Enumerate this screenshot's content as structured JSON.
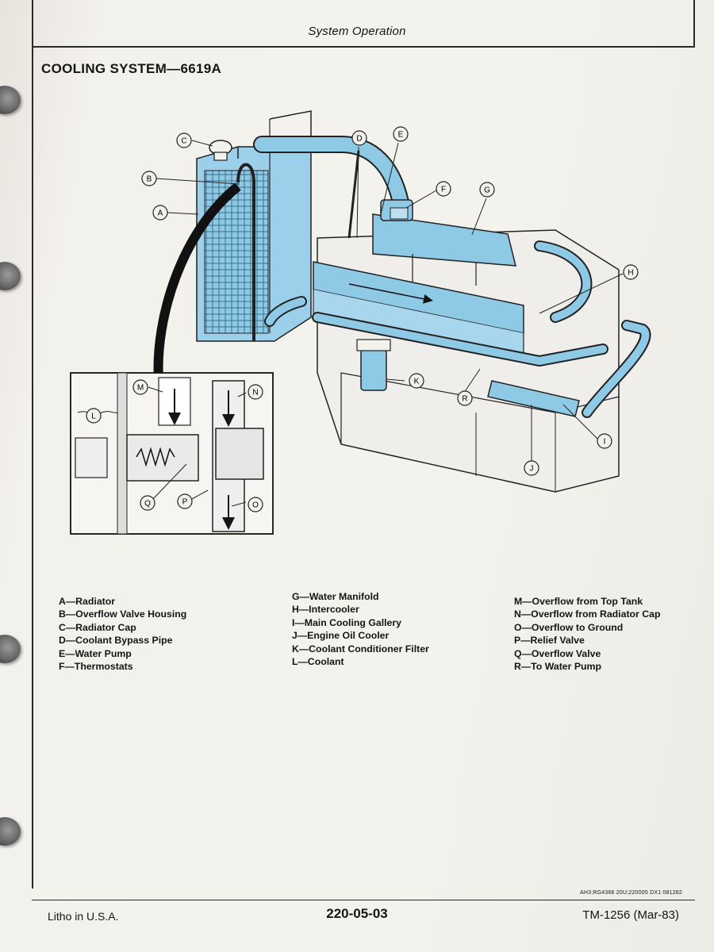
{
  "header": {
    "title": "System Operation"
  },
  "section": {
    "title": "COOLING SYSTEM—6619A"
  },
  "callouts": [
    "A",
    "B",
    "C",
    "D",
    "E",
    "F",
    "G",
    "H",
    "I",
    "J",
    "K",
    "L",
    "M",
    "N",
    "O",
    "P",
    "Q",
    "R"
  ],
  "legend": {
    "col1": [
      "A—Radiator",
      "B—Overflow Valve Housing",
      "C—Radiator Cap",
      "D—Coolant Bypass Pipe",
      "E—Water Pump",
      "F—Thermostats"
    ],
    "col2": [
      "G—Water Manifold",
      "H—Intercooler",
      "I—Main Cooling Gallery",
      "J—Engine Oil Cooler",
      "K—Coolant Conditioner Filter",
      "L—Coolant"
    ],
    "col3": [
      "M—Overflow from Top Tank",
      "N—Overflow from Radiator Cap",
      "O—Overflow to Ground",
      "P—Relief Valve",
      "Q—Overflow Valve",
      "R—To Water Pump"
    ]
  },
  "footer": {
    "code": "AH3;RG4366  20U;220005  DX1  081282",
    "left": "Litho in U.S.A.",
    "center": "220-05-03",
    "right": "TM-1256 (Mar-83)"
  },
  "colors": {
    "coolant_blue": "#8ec9e6",
    "ink": "#151515",
    "paper": "#f3f1ec"
  }
}
